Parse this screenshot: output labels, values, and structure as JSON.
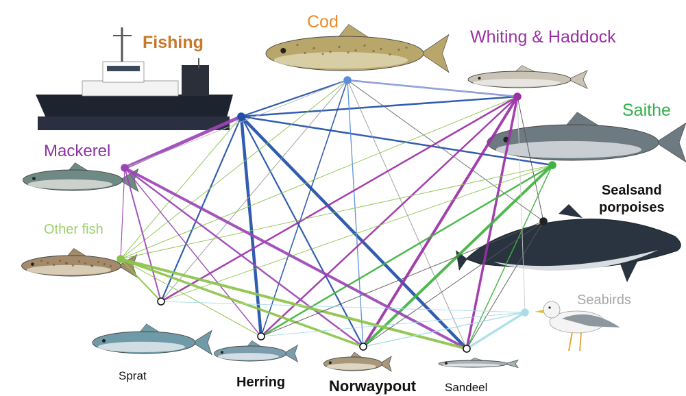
{
  "labels": {
    "fishing": "Fishing",
    "cod": "Cod",
    "whiting_haddock": "Whiting & Haddock",
    "saithe": "Saithe",
    "mackerel": "Mackerel",
    "seals_line1": "Sealsand",
    "seals_line2": "porpoises",
    "other_fish": "Other fish",
    "seabirds": "Seabirds",
    "sprat": "Sprat",
    "herring": "Herring",
    "norway_pout": "Norwaypout",
    "sandeel": "Sandeel"
  },
  "colors": {
    "fishing": "#1f4fa8",
    "cod": "#5a8fd6",
    "whiting_haddock": "#9b2fa6",
    "saithe": "#3fb33f",
    "mackerel": "#9b45b5",
    "other_fish": "#8bc34a",
    "seals": "#555555",
    "seabirds": "#a8dde8"
  }
}
